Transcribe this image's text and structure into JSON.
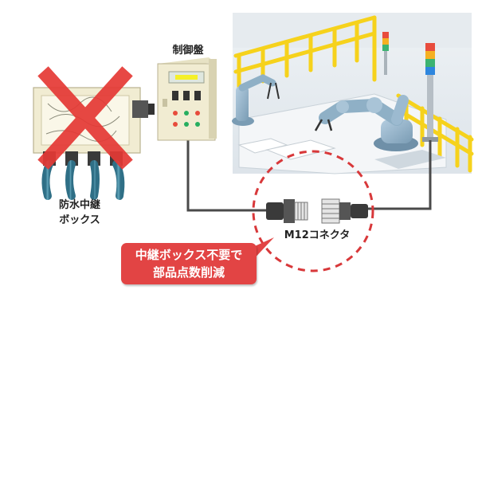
{
  "labels": {
    "control_panel": "制御盤",
    "junction_box_line1": "防水中継",
    "junction_box_line2": "ボックス",
    "connector": "M12コネクタ",
    "callout_line1": "中継ボックス不要で",
    "callout_line2": "部品点数削減"
  },
  "colors": {
    "cross_mark": "#e53935",
    "callout_bg": "#e24444",
    "dashed_circle": "#d8383a",
    "cable": "#4a4a4a",
    "panel_body": "#f1ecd2",
    "railing": "#f6d21c",
    "robot": "#8fb0c6"
  },
  "icons": {
    "cross": "cross-mark-icon",
    "junction_box": "junction-box-icon",
    "control_panel": "control-panel-icon",
    "connector_male": "m12-male-connector-icon",
    "connector_female": "m12-female-connector-icon",
    "robot_arm": "robot-arm-icon",
    "signal_tower": "signal-tower-icon"
  }
}
